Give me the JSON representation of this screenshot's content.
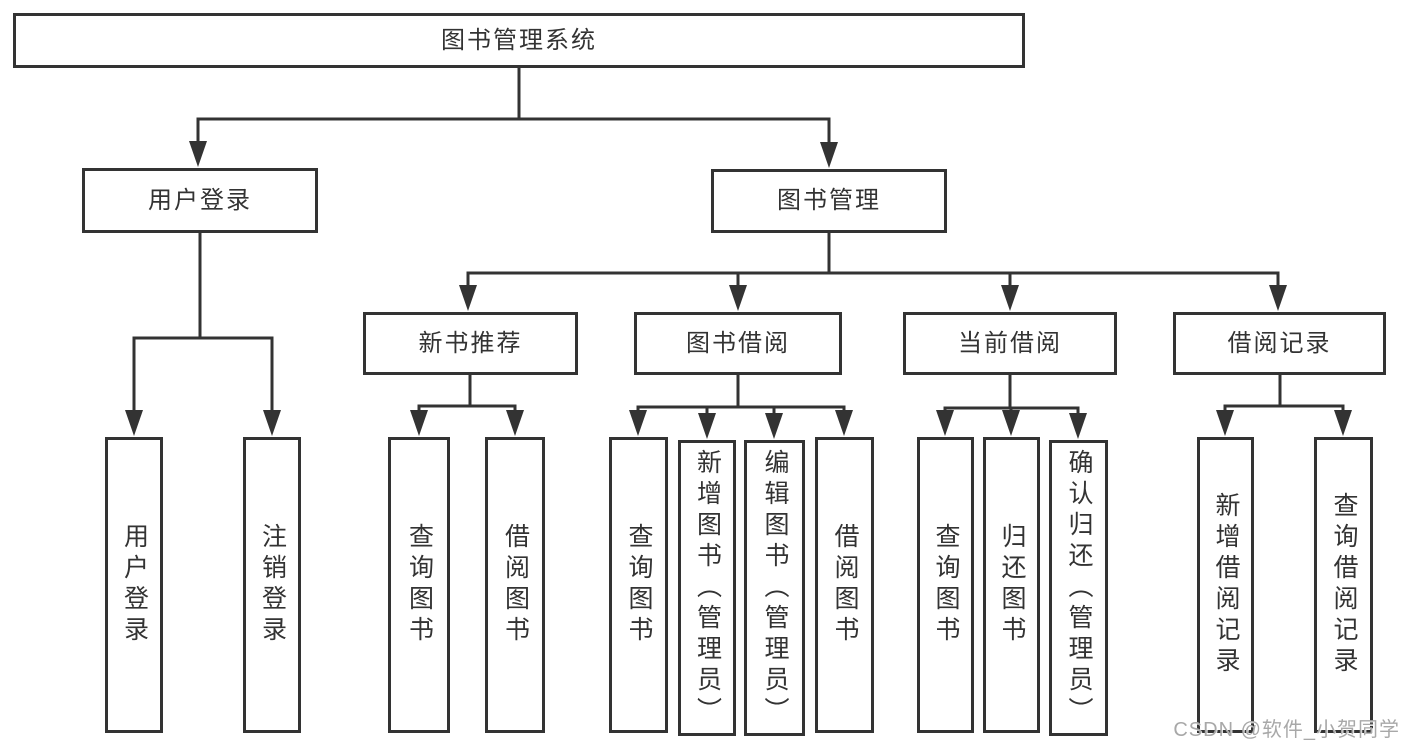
{
  "root": {
    "label": "图书管理系统"
  },
  "branches": {
    "user_login": {
      "label": "用户登录",
      "children": [
        {
          "label": "用户登录"
        },
        {
          "label": "注销登录"
        }
      ]
    },
    "book_management": {
      "label": "图书管理",
      "children": [
        {
          "label": "新书推荐",
          "children": [
            {
              "label": "查询图书"
            },
            {
              "label": "借阅图书"
            }
          ]
        },
        {
          "label": "图书借阅",
          "children": [
            {
              "label": "查询图书"
            },
            {
              "label": "新增图书（管理员）"
            },
            {
              "label": "编辑图书（管理员）"
            },
            {
              "label": "借阅图书"
            }
          ]
        },
        {
          "label": "当前借阅",
          "children": [
            {
              "label": "查询图书"
            },
            {
              "label": "归还图书"
            },
            {
              "label": "确认归还（管理员）"
            }
          ]
        },
        {
          "label": "借阅记录",
          "children": [
            {
              "label": "新增借阅记录"
            },
            {
              "label": "查询借阅记录"
            }
          ]
        }
      ]
    }
  },
  "watermark": "CSDN @软件_小贺同学",
  "colors": {
    "line": "#333333",
    "box_border": "#333333",
    "box_fill": "#ffffff",
    "text": "#333333",
    "watermark": "#a8a8a8"
  }
}
